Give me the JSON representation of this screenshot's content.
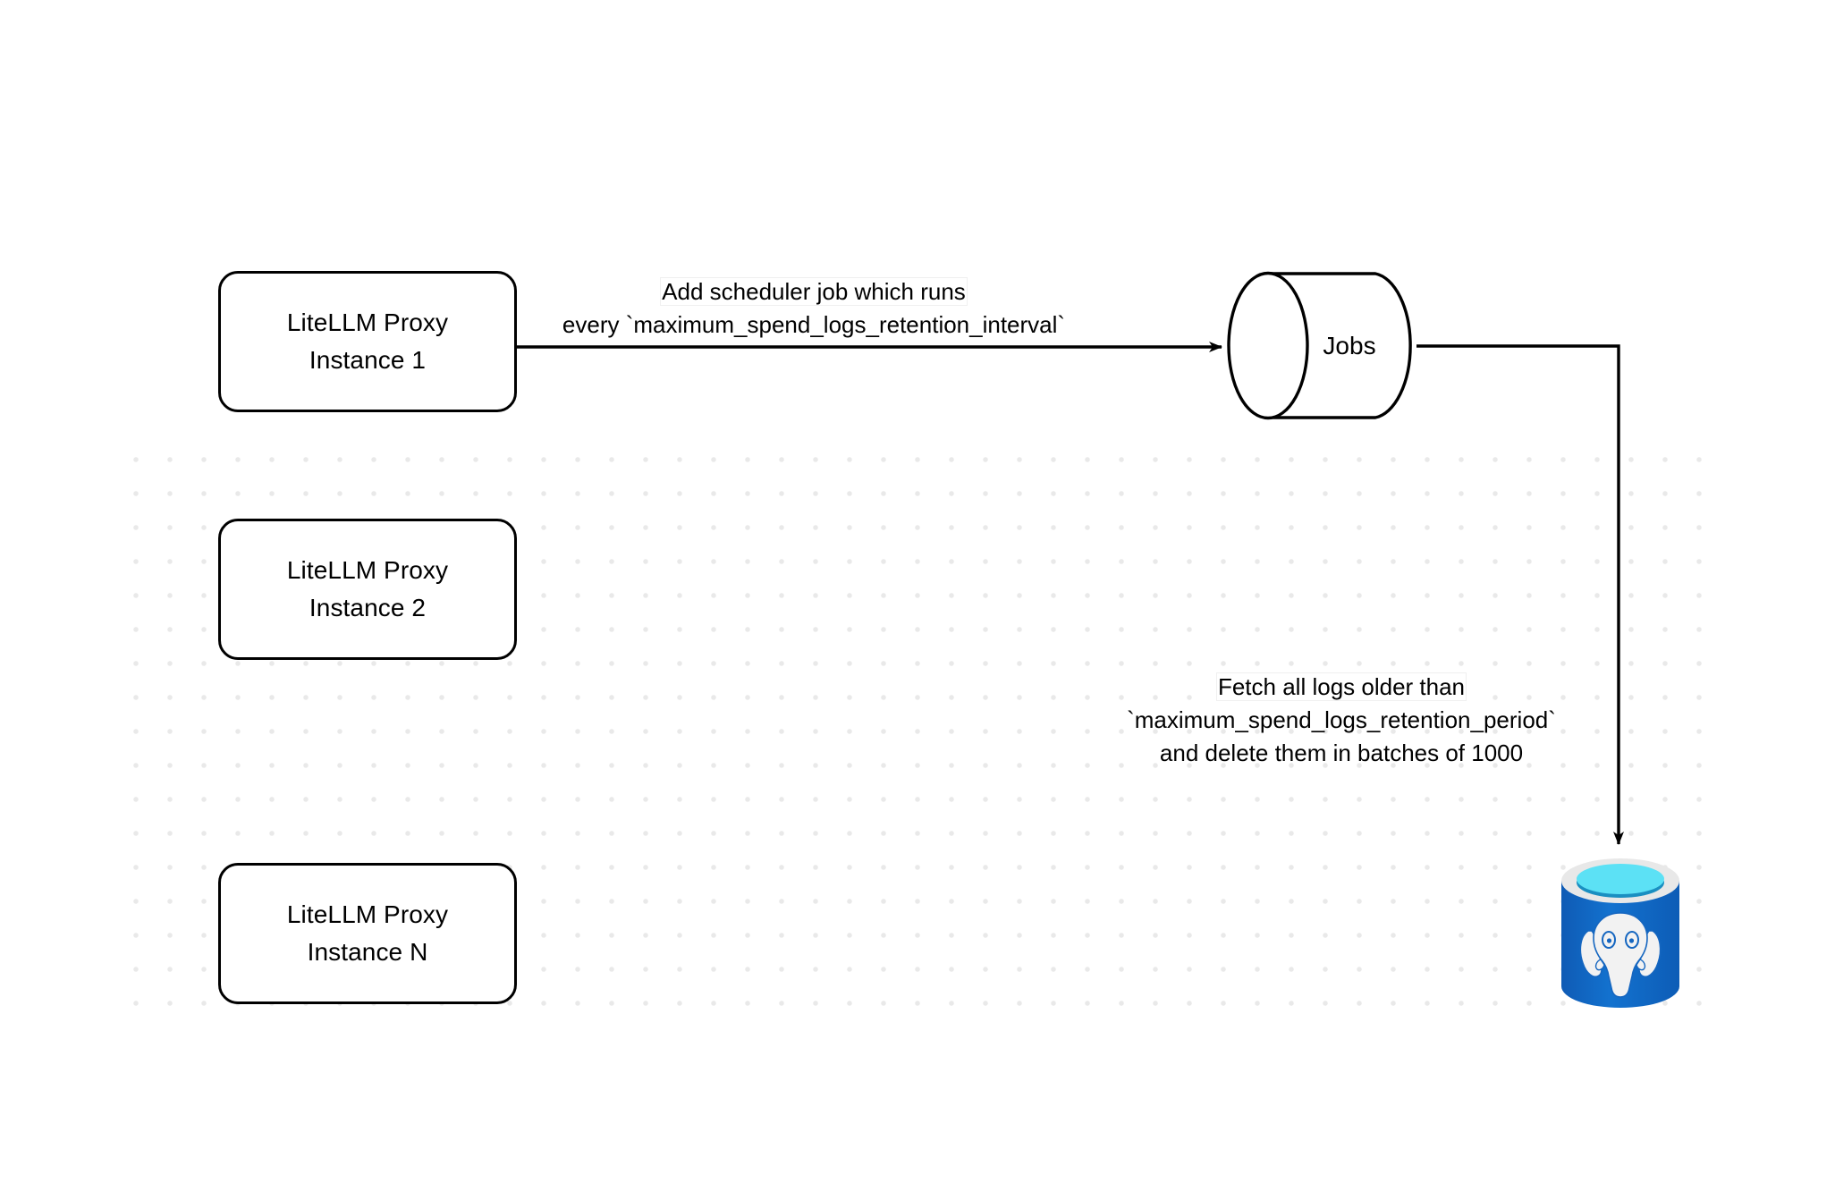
{
  "diagram": {
    "title": "LiteLLM spend logs retention scheduler flow",
    "background": "#ffffff",
    "grid_dot_color": "#e9e9e9",
    "stroke_color": "#000000"
  },
  "nodes": {
    "proxy_instances": [
      {
        "id": "instance-1",
        "line1": "LiteLLM Proxy",
        "line2": "Instance 1"
      },
      {
        "id": "instance-2",
        "line1": "LiteLLM Proxy",
        "line2": "Instance 2"
      },
      {
        "id": "instance-n",
        "line1": "LiteLLM Proxy",
        "line2": "Instance N"
      }
    ],
    "jobs": {
      "label": "Jobs",
      "shape": "cylinder",
      "fill": "#ffffff",
      "stroke": "#000000"
    },
    "database": {
      "icon": "postgresql-icon",
      "body_color": "#1566c0",
      "rim_color": "#e8e8e8",
      "top_color": "#5ce1f5",
      "inner_color": "#1a8fc1",
      "elephant_color": "#f2f2f2"
    }
  },
  "edges": [
    {
      "id": "edge-scheduler",
      "from": "instance-1",
      "to": "jobs",
      "label_line1": "Add scheduler job which runs",
      "label_line2": "every `maximum_spend_logs_retention_interval`"
    },
    {
      "id": "edge-fetch",
      "from": "jobs",
      "to": "database",
      "label_line1": "Fetch all logs older than",
      "label_line2": "`maximum_spend_logs_retention_period`",
      "label_line3": "and delete them in batches of 1000"
    }
  ]
}
